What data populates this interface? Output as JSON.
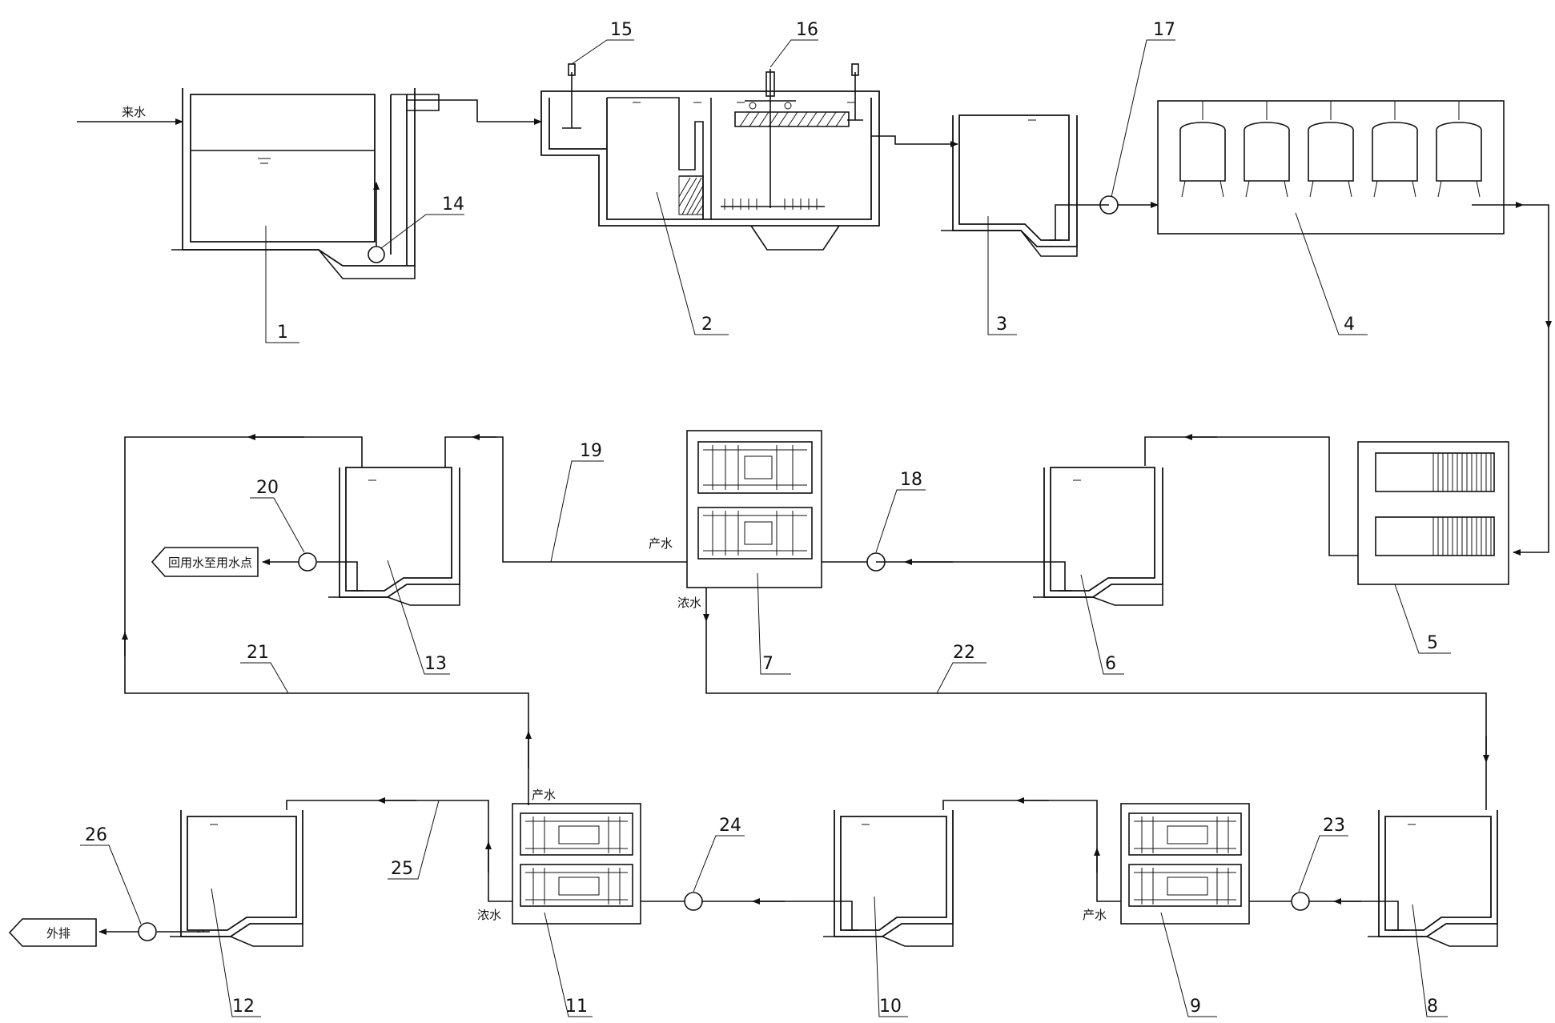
{
  "labels": {
    "inflow": "来水",
    "product_water_7": "产水",
    "concentrate_7": "浓水",
    "product_water_11": "产水",
    "concentrate_11": "浓水",
    "product_water_9": "产水",
    "reuse_outlet": "回用水至用水点",
    "discharge_outlet": "外排"
  },
  "callouts": [
    "1",
    "2",
    "3",
    "4",
    "5",
    "6",
    "7",
    "8",
    "9",
    "10",
    "11",
    "12",
    "13",
    "14",
    "15",
    "16",
    "17",
    "18",
    "19",
    "20",
    "21",
    "22",
    "23",
    "24",
    "25",
    "26"
  ]
}
